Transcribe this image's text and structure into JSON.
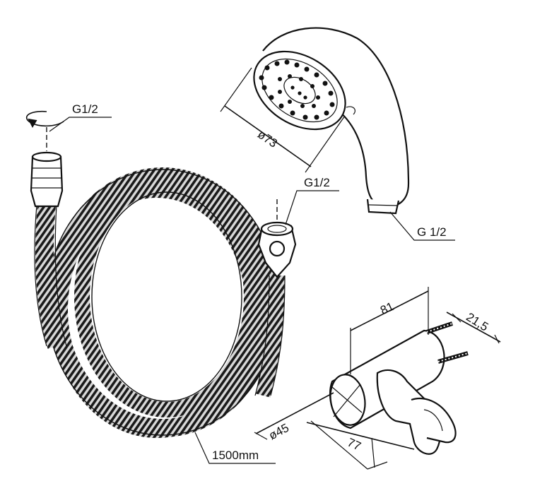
{
  "labels": {
    "hose_thread_top": "G1/2",
    "hose_thread_bottom": "G1/2",
    "hand_shower_thread": "G 1/2",
    "shower_head_diameter": "ø73",
    "hose_length": "1500mm",
    "holder_width": "81",
    "holder_depth": "21,5",
    "holder_diameter": "ø45",
    "holder_length": "77"
  },
  "colors": {
    "ink": "#111111",
    "background": "#ffffff"
  }
}
